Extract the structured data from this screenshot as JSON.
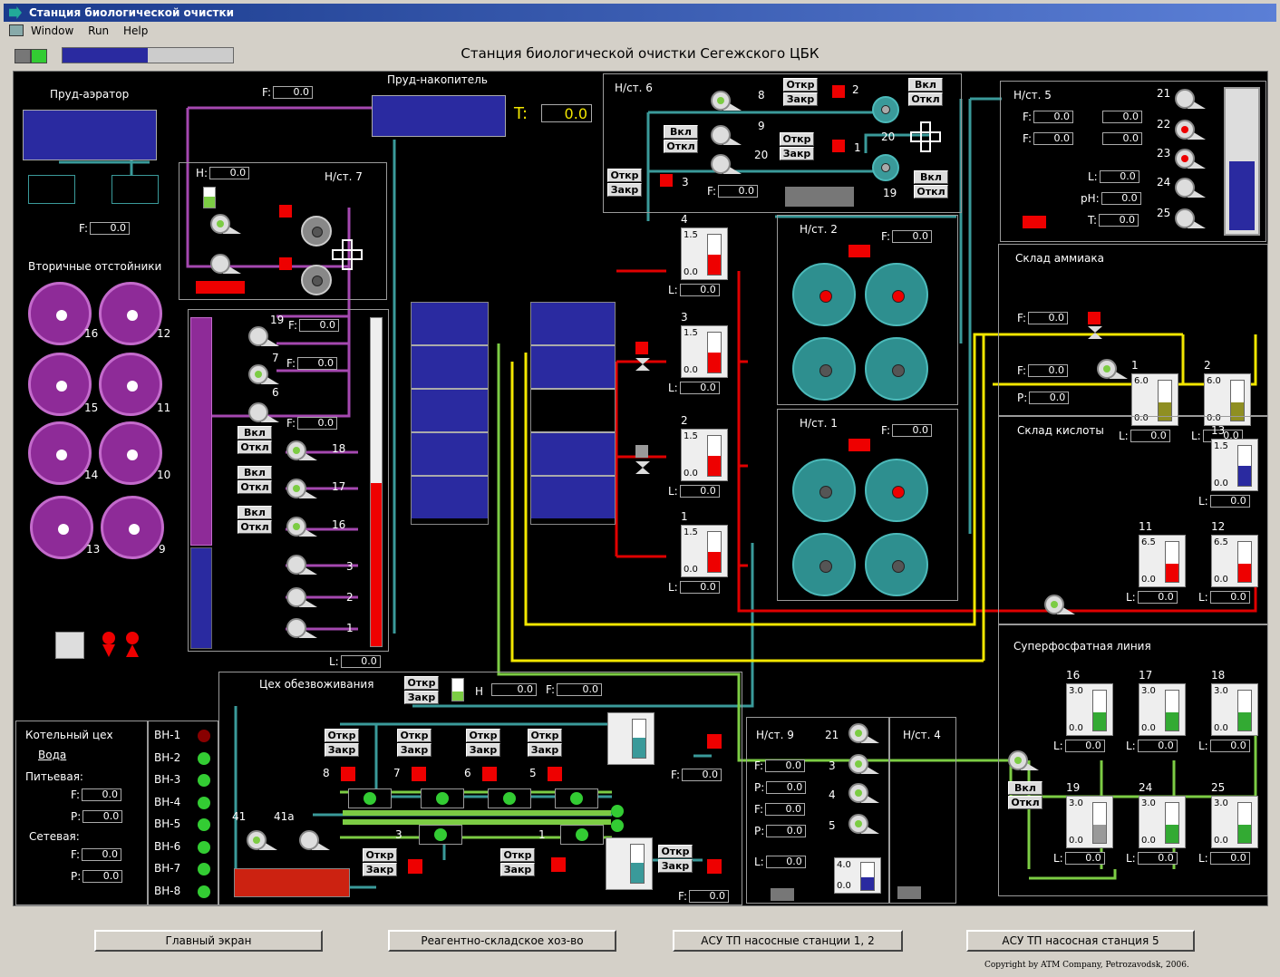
{
  "window": {
    "title": "Станция биологической очистки",
    "menu": [
      "Window",
      "Run",
      "Help"
    ]
  },
  "header": {
    "title": "Станция биологической очистки Сегежского ЦБК",
    "progress": 0.5
  },
  "aerator": {
    "title": "Пруд-аэратор",
    "f": "0.0"
  },
  "storage": {
    "title": "Пруд-накопитель",
    "f": "0.0",
    "t_label": "T:",
    "t": "0.0"
  },
  "secondary": {
    "title": "Вторичные отстойники",
    "labels": [
      "16",
      "12",
      "15",
      "11",
      "14",
      "10",
      "13",
      "9"
    ]
  },
  "ns7": {
    "title": "Н/ст. 7",
    "h": "0.0"
  },
  "ns6": {
    "title": "Н/ст. 6",
    "f": "0.0",
    "nums": [
      "8",
      "9",
      "20",
      "3",
      "2",
      "1",
      "20",
      "19"
    ]
  },
  "ns5": {
    "title": "Н/ст. 5",
    "f1": "0.0",
    "f2": "0.0",
    "v1": "0.0",
    "v2": "0.0",
    "l": "0.0",
    "ph": "0.0",
    "t": "0.0",
    "nums": [
      "21",
      "22",
      "23",
      "24",
      "25"
    ]
  },
  "ns2": {
    "title": "Н/ст. 2",
    "f": "0.0"
  },
  "ns1": {
    "title": "Н/ст. 1",
    "f": "0.0"
  },
  "ammonia": {
    "title": "Склад аммиака",
    "f1": "0.0",
    "f2": "0.0",
    "p": "0.0",
    "tanks": [
      {
        "n": "1",
        "hi": "6.0",
        "lo": "0.0",
        "l": "0.0",
        "level": 0.45
      },
      {
        "n": "2",
        "hi": "6.0",
        "lo": "0.0",
        "l": "0.0",
        "level": 0.45
      }
    ]
  },
  "acid": {
    "title": "Склад кислоты",
    "tanks": [
      {
        "n": "13",
        "hi": "1.5",
        "lo": "0.0",
        "l": "0.0",
        "level": 0.5
      },
      {
        "n": "11",
        "hi": "6.5",
        "lo": "0.0",
        "l": "0.0",
        "level": 0.45
      },
      {
        "n": "12",
        "hi": "6.5",
        "lo": "0.0",
        "l": "0.0",
        "level": 0.45
      }
    ]
  },
  "superphos": {
    "title": "Суперфосфатная линия",
    "tanks": [
      {
        "n": "16",
        "hi": "3.0",
        "lo": "0.0",
        "l": "0.0",
        "level": 0.45
      },
      {
        "n": "17",
        "hi": "3.0",
        "lo": "0.0",
        "l": "0.0",
        "level": 0.45
      },
      {
        "n": "18",
        "hi": "3.0",
        "lo": "0.0",
        "l": "0.0",
        "level": 0.45
      },
      {
        "n": "19",
        "hi": "3.0",
        "lo": "0.0",
        "l": "0.0",
        "level": 0.45
      },
      {
        "n": "24",
        "hi": "3.0",
        "lo": "0.0",
        "l": "0.0",
        "level": 0.45
      },
      {
        "n": "25",
        "hi": "3.0",
        "lo": "0.0",
        "l": "0.0",
        "level": 0.45
      }
    ]
  },
  "mid_tanks": [
    {
      "n": "4",
      "hi": "1.5",
      "lo": "0.0",
      "l": "0.0",
      "level": 0.5
    },
    {
      "n": "3",
      "hi": "1.5",
      "lo": "0.0",
      "l": "0.0",
      "level": 0.5
    },
    {
      "n": "2",
      "hi": "1.5",
      "lo": "0.0",
      "l": "0.0",
      "level": 0.5
    },
    {
      "n": "1",
      "hi": "1.5",
      "lo": "0.0",
      "l": "0.0",
      "level": 0.5
    }
  ],
  "pumpstack": {
    "f1": "0.0",
    "f2": "0.0",
    "f3": "0.0",
    "l": "0.0",
    "nums": [
      "19",
      "7",
      "6",
      "18",
      "17",
      "16",
      "3",
      "2",
      "1"
    ]
  },
  "dewater": {
    "title": "Цех обезвоживания",
    "h_label": "H",
    "h": "0.0",
    "f": "0.0",
    "f2": "0.0",
    "f3": "0.0",
    "nums": [
      "8",
      "7",
      "6",
      "5",
      "3",
      "1",
      "41",
      "41a"
    ]
  },
  "ns9": {
    "title": "Н/ст. 9",
    "f1": "0.0",
    "p1": "0.0",
    "f2": "0.0",
    "p2": "0.0",
    "l": "0.0",
    "nums": [
      "21",
      "3",
      "4",
      "5"
    ],
    "tank_hi": "4.0",
    "tank_lo": "0.0"
  },
  "ns4": {
    "title": "Н/ст. 4"
  },
  "boiler": {
    "title": "Котельный цех",
    "water": "Вода",
    "potable": "Питьевая:",
    "pf": "0.0",
    "pp": "0.0",
    "network": "Сетевая:",
    "nf": "0.0",
    "np": "0.0"
  },
  "vn": [
    "ВН-1",
    "ВН-2",
    "ВН-3",
    "ВН-4",
    "ВН-5",
    "ВН-6",
    "ВН-7",
    "ВН-8"
  ],
  "labels": {
    "open": "Откр",
    "close": "Закр",
    "on": "Вкл",
    "off": "Откл",
    "f": "F:",
    "p": "P:",
    "l": "L:",
    "h": "H:",
    "ph": "pH:",
    "t": "T:"
  },
  "nav": [
    "Главный экран",
    "Реагентно-складское хоз-во",
    "АСУ ТП насосные станции 1, 2",
    "АСУ ТП насосная станция 5"
  ],
  "copyright": "Copyright by ATM Company, Petrozavodsk, 2006.",
  "colors": {
    "purple": "#8e2b98",
    "teal": "#3a9a9a",
    "red": "#e00000",
    "yellow": "#f2e600",
    "green": "#7ccc44",
    "blue": "#2a2aa0"
  }
}
